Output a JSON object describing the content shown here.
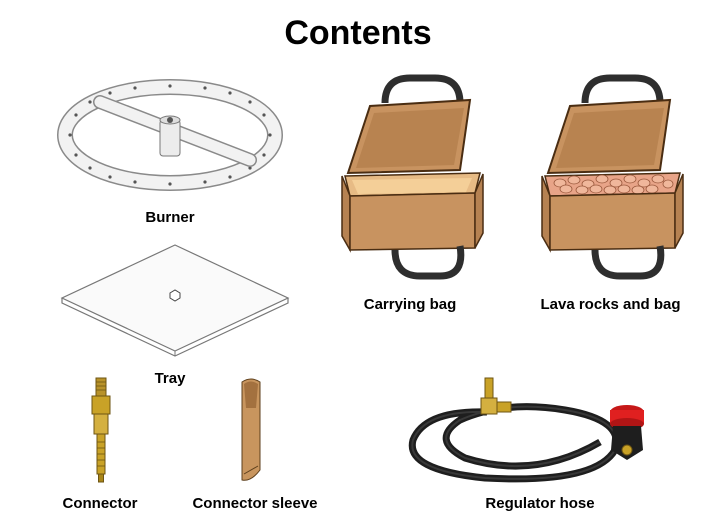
{
  "page": {
    "title": "Contents"
  },
  "items": {
    "burner": "Burner",
    "tray": "Tray",
    "connector": "Connector",
    "connector_sleeve": "Connector sleeve",
    "carrying_bag": "Carrying bag",
    "lava_rocks_bag": "Lava rocks and bag",
    "regulator_hose": "Regulator hose"
  },
  "colors": {
    "bag_tan": "#c89360",
    "bag_inner": "#f4cf98",
    "handle": "#2e2e2e",
    "brass": "#c9a227",
    "rock": "#e8a488",
    "regulator_red": "#e02020"
  }
}
